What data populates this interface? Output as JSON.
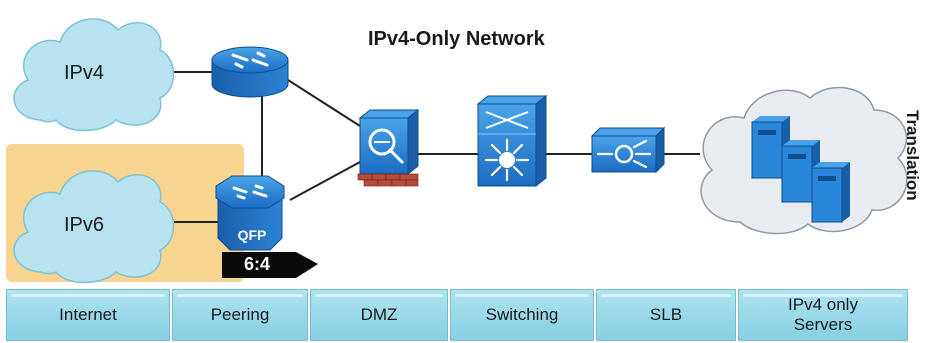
{
  "diagram": {
    "title": "IPv4-Only Network",
    "side_label": "Translation",
    "clouds": {
      "ipv4": "IPv4",
      "ipv6": "IPv6"
    },
    "qfp_label": "QFP",
    "ratio_label": "6:4",
    "colors": {
      "cloud_blue": "#b6e3ee",
      "cloud_gray": "#e9edf1",
      "highlight": "#f6cd7d",
      "device_blue": "#1d73c8",
      "segment": "#9bd8e9"
    }
  },
  "segments": [
    {
      "label": "Internet"
    },
    {
      "label": "Peering"
    },
    {
      "label": "DMZ"
    },
    {
      "label": "Switching"
    },
    {
      "label": "SLB"
    },
    {
      "label": "IPv4 only Servers"
    }
  ]
}
